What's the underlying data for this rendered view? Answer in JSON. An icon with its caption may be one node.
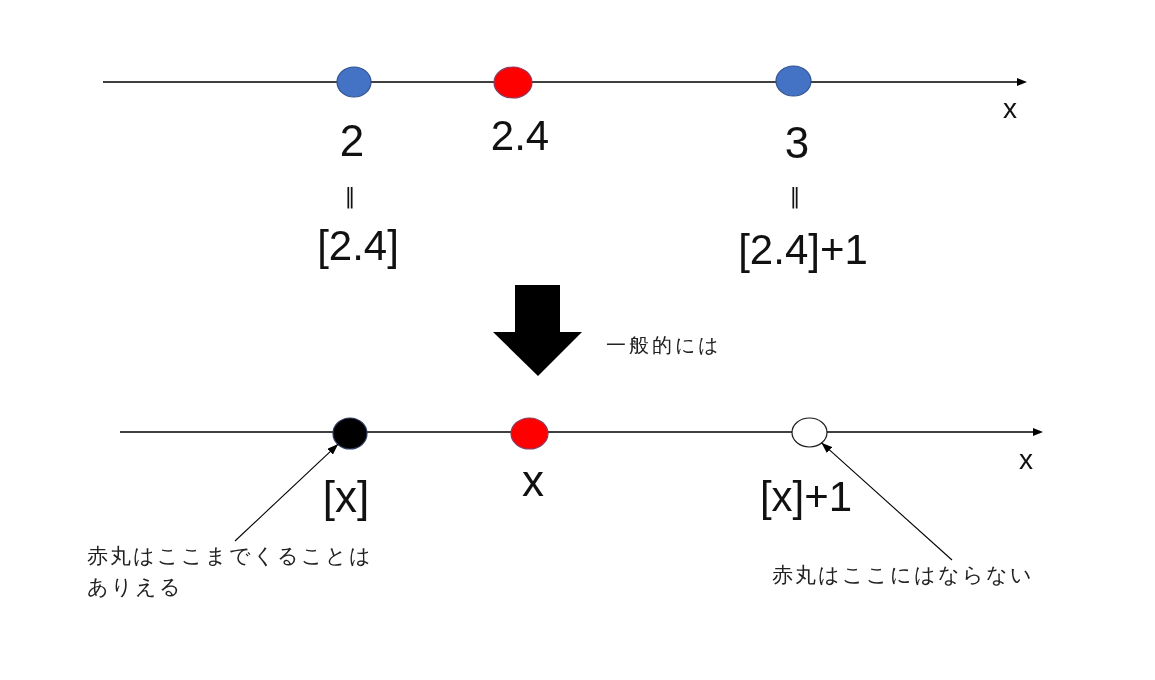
{
  "diagram": {
    "nodes": [
      {
        "text": [],
        "shape": "circle",
        "beside": [
          "2",
          "‖",
          "[2.4]"
        ]
      },
      {
        "text": [],
        "shape": "circle",
        "beside": [
          "2.4"
        ]
      },
      {
        "text": [],
        "shape": "circle",
        "beside": [
          "3",
          "‖",
          "[2.4]+1"
        ]
      },
      {
        "text": [],
        "shape": "circle",
        "beside": [
          "[x]"
        ]
      },
      {
        "text": [],
        "shape": "circle",
        "beside": [
          "x"
        ]
      },
      {
        "text": [],
        "shape": "circle",
        "beside": [
          "[x]+1"
        ]
      },
      {
        "text": [
          "赤丸はここまでくることはありえる"
        ]
      },
      {
        "text": [
          "赤丸はここにはならない"
        ]
      }
    ],
    "edges": [
      {
        "from": 6,
        "to": 3,
        "arrow": "to"
      },
      {
        "from": 7,
        "to": 5,
        "arrow": "to"
      }
    ],
    "labels": [
      "x",
      "一般的には",
      "x"
    ]
  }
}
